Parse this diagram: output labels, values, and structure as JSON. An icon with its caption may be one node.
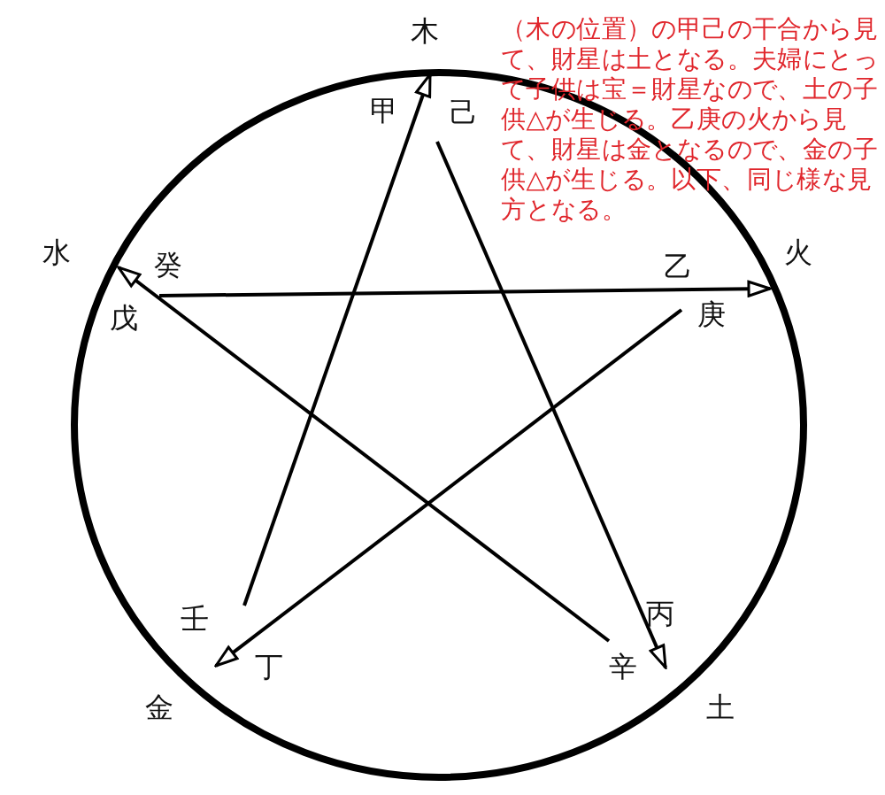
{
  "diagram": {
    "nodes": [
      {
        "text": [
          "木"
        ]
      },
      {
        "text": [
          "甲"
        ]
      },
      {
        "text": [
          "己"
        ]
      },
      {
        "text": [
          "水"
        ]
      },
      {
        "text": [
          "癸"
        ]
      },
      {
        "text": [
          "戊"
        ]
      },
      {
        "text": [
          "乙"
        ]
      },
      {
        "text": [
          "庚"
        ]
      },
      {
        "text": [
          "火"
        ]
      },
      {
        "text": [
          "壬"
        ]
      },
      {
        "text": [
          "丁"
        ]
      },
      {
        "text": [
          "金"
        ]
      },
      {
        "text": [
          "丙"
        ]
      },
      {
        "text": [
          "辛"
        ]
      },
      {
        "text": [
          "土"
        ]
      }
    ],
    "edges": [
      {
        "from": 9,
        "to": 0,
        "arrow": "to"
      },
      {
        "from": 2,
        "to": 14,
        "arrow": "to"
      },
      {
        "from": 13,
        "to": 3,
        "arrow": "to"
      },
      {
        "from": 5,
        "to": 8,
        "arrow": "to"
      },
      {
        "from": 7,
        "to": 11,
        "arrow": "to"
      }
    ],
    "labels": [
      "（木の位置）の甲己の干合から見て、財星は土となる。夫婦にとって子供は宝＝財星なので、土の子供△が生じる。乙庚の火から見て、財星は金となるので、金の子供△が生じる。以下、同じ様な見方となる。"
    ]
  }
}
